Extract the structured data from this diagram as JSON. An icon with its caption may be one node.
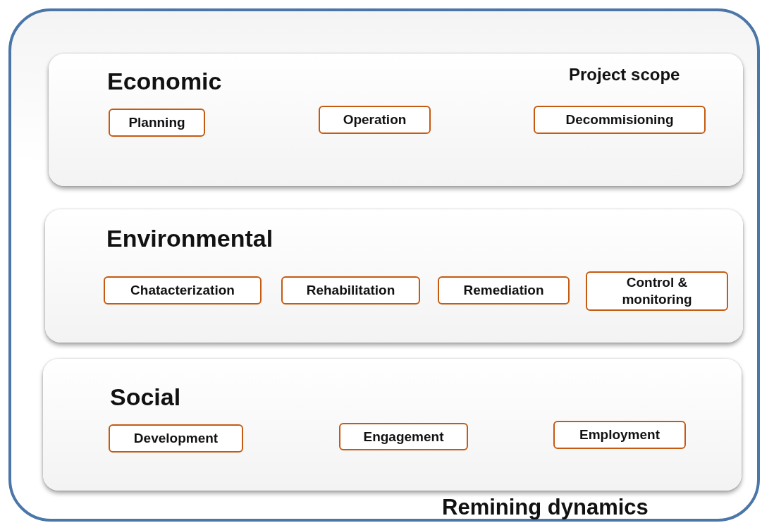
{
  "diagram": {
    "nodes": [
      {
        "text": [
          "Remining dynamics"
        ]
      },
      {
        "text": [
          "Economic",
          "Project scope"
        ],
        "in": 0
      },
      {
        "text": [
          "Planning"
        ],
        "in": 1
      },
      {
        "text": [
          "Operation"
        ],
        "in": 1
      },
      {
        "text": [
          "Decommisioning"
        ],
        "in": 1
      },
      {
        "text": [
          "Environmental"
        ],
        "in": 0
      },
      {
        "text": [
          "Chatacterization"
        ],
        "in": 5
      },
      {
        "text": [
          "Rehabilitation"
        ],
        "in": 5
      },
      {
        "text": [
          "Remediation"
        ],
        "in": 5
      },
      {
        "text": [
          "Control & monitoring"
        ],
        "in": 5
      },
      {
        "text": [
          "Social"
        ],
        "in": 0
      },
      {
        "text": [
          "Development"
        ],
        "in": 10
      },
      {
        "text": [
          "Engagement"
        ],
        "in": 10
      },
      {
        "text": [
          "Employment"
        ],
        "in": 10
      }
    ]
  }
}
